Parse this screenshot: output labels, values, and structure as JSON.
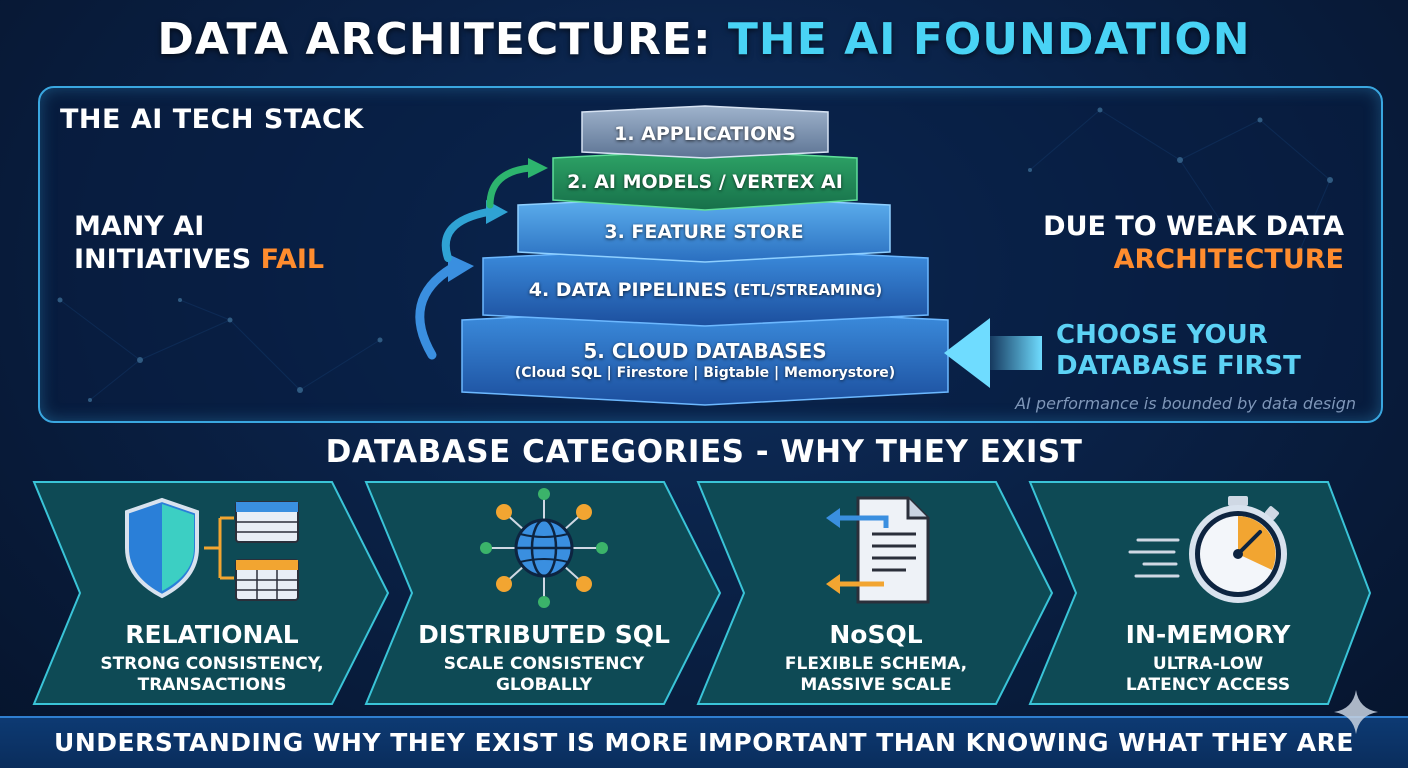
{
  "title": {
    "main": "DATA ARCHITECTURE:",
    "accent": "THE AI FOUNDATION"
  },
  "stack": {
    "title": "THE AI TECH STACK",
    "layers": [
      {
        "label": "1. APPLICATIONS"
      },
      {
        "label": "2. AI MODELS / VERTEX AI"
      },
      {
        "label": "3. FEATURE STORE"
      },
      {
        "label": "4. DATA PIPELINES",
        "suffix": "(ETL/STREAMING)"
      },
      {
        "label": "5. CLOUD DATABASES",
        "sub": "(Cloud SQL | Firestore | Bigtable | Memorystore)"
      }
    ],
    "left_line1": "MANY AI",
    "left_line2": "INITIATIVES",
    "left_highlight": "FAIL",
    "right_line1": "DUE TO WEAK DATA",
    "right_highlight": "ARCHITECTURE",
    "choose_line1": "CHOOSE YOUR",
    "choose_line2": "DATABASE FIRST",
    "note": "AI performance is bounded by data design"
  },
  "categories_title": "DATABASE CATEGORIES - WHY THEY EXIST",
  "categories": [
    {
      "name": "RELATIONAL",
      "desc1": "STRONG CONSISTENCY,",
      "desc2": "TRANSACTIONS",
      "icon": "shield-table-icon"
    },
    {
      "name": "DISTRIBUTED SQL",
      "desc1": "SCALE CONSISTENCY",
      "desc2": "GLOBALLY",
      "icon": "globe-network-icon"
    },
    {
      "name": "NoSQL",
      "desc1": "FLEXIBLE SCHEMA,",
      "desc2": "MASSIVE SCALE",
      "icon": "document-icon"
    },
    {
      "name": "IN-MEMORY",
      "desc1": "ULTRA-LOW",
      "desc2": "LATENCY ACCESS",
      "icon": "stopwatch-icon"
    }
  ],
  "footer": "UNDERSTANDING WHY THEY EXIST IS MORE IMPORTANT THAN KNOWING WHAT THEY ARE",
  "colors": {
    "accent": "#49d3f5",
    "highlight": "#ff8c2e",
    "panel_border": "#3aa7e0",
    "chevron_fill": "#0e4a55"
  }
}
